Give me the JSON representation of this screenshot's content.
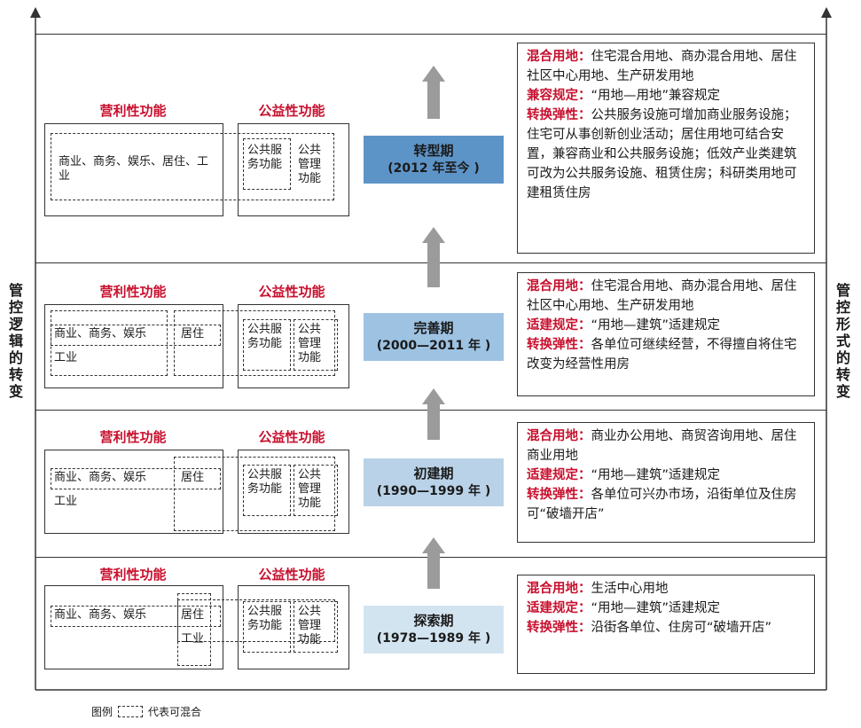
{
  "left_axis_title": "管控逻辑的转变",
  "right_axis_title": "管控形式的转变",
  "colors": {
    "red_text": "#c8102e",
    "arrow_gray": "#9b9b9b",
    "stage_1": "#d3e4f1",
    "stage_2": "#b9d2e8",
    "stage_3": "#9dc2e2",
    "stage_4": "#5d94c8"
  },
  "icons": {
    "axis_arrow": "arrow-up",
    "stage_arrow": "arrow-up"
  },
  "func_labels": {
    "profit": "营利性功能",
    "public": "公益性功能"
  },
  "stages": [
    {
      "name": "转型期",
      "period": "(2012 年至今 )",
      "profit_text": "商业、商务、娱乐、居住、工业",
      "public_service": "公共服务功能",
      "public_manage": "公共管理功能",
      "rules": [
        {
          "key": "混合用地：",
          "text": "住宅混合用地、商办混合用地、居住社区中心用地、生产研发用地"
        },
        {
          "key": "兼容规定：",
          "text": "“用地—用地”兼容规定"
        },
        {
          "key": "转换弹性：",
          "text": "公共服务设施可增加商业服务设施；住宅可从事创新创业活动；居住用地可结合安置，兼容商业和公共服务设施；低效产业类建筑可改为公共服务设施、租赁住房；科研类用地可建租赁住房"
        }
      ]
    },
    {
      "name": "完善期",
      "period": "(2000—2011 年 )",
      "profit_a": "商业、商务、娱乐",
      "profit_b": "居住",
      "profit_c": "工业",
      "public_service": "公共服务功能",
      "public_manage": "公共管理功能",
      "rules": [
        {
          "key": "混合用地：",
          "text": "住宅混合用地、商办混合用地、居住社区中心用地、生产研发用地"
        },
        {
          "key": "适建规定：",
          "text": "“用地—建筑”适建规定"
        },
        {
          "key": "转换弹性：",
          "text": "各单位可继续经营，不得擅自将住宅改变为经营性用房"
        }
      ]
    },
    {
      "name": "初建期",
      "period": "(1990—1999 年 )",
      "profit_a": "商业、商务、娱乐",
      "profit_b": "居住",
      "profit_c": "工业",
      "public_service": "公共服务功能",
      "public_manage": "公共管理功能",
      "rules": [
        {
          "key": "混合用地：",
          "text": "商业办公用地、商贸咨询用地、居住商业用地"
        },
        {
          "key": "适建规定：",
          "text": "“用地—建筑”适建规定"
        },
        {
          "key": "转换弹性：",
          "text": "各单位可兴办市场，沿街单位及住房可“破墙开店”"
        }
      ]
    },
    {
      "name": "探索期",
      "period": "(1978—1989 年 )",
      "profit_a": "商业、商务、娱乐",
      "profit_b": "居住",
      "profit_c": "工业",
      "public_service": "公共服务功能",
      "public_manage": "公共管理功能",
      "rules": [
        {
          "key": "混合用地：",
          "text": "生活中心用地"
        },
        {
          "key": "适建规定：",
          "text": "“用地—建筑”适建规定"
        },
        {
          "key": "转换弹性：",
          "text": "沿街各单位、住房可“破墙开店”"
        }
      ]
    }
  ],
  "legend": {
    "prefix": "图例",
    "suffix": "代表可混合"
  }
}
